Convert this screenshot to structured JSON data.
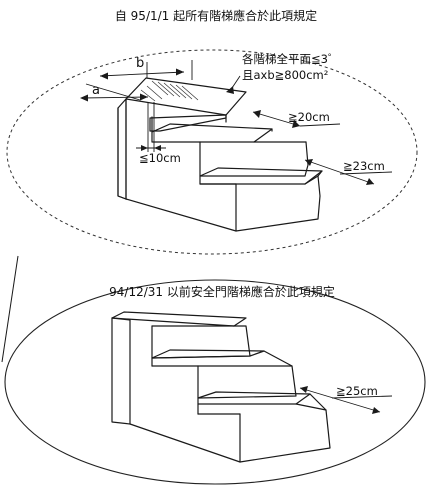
{
  "top_section": {
    "title": "自 95/1/1 起所有階梯應合於此項規定",
    "label_b": "b",
    "label_a": "a",
    "note_line1": "各階梯全平面≦3゜",
    "note_line2": "且axb≧800cm²",
    "dim_tread": "≧20cm",
    "dim_gap": "≦10cm",
    "dim_height": "≧23cm"
  },
  "bottom_section": {
    "title": "94/12/31 以前安全門階梯應合於此項規定",
    "dim_step": "≧25cm"
  },
  "colors": {
    "line": "#1a1a1a",
    "background": "#ffffff"
  }
}
